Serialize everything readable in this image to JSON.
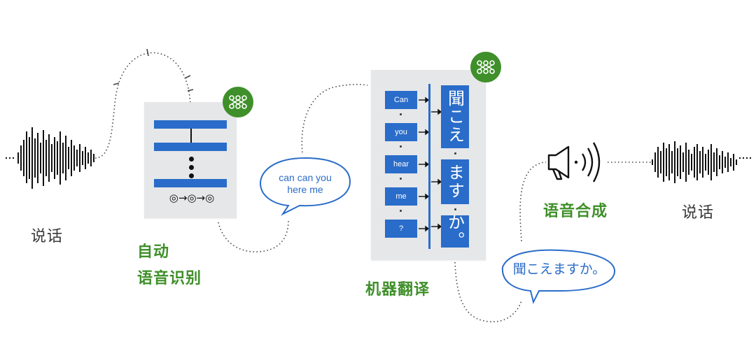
{
  "labels": {
    "speak_left": "说话",
    "asr_line1": "自动",
    "asr_line2": "语音识别",
    "mt": "机器翻译",
    "tts": "语音合成",
    "speak_right": "说话"
  },
  "asr_panel": {
    "decoder_chain": "◎→◎→◎"
  },
  "bubble_en": {
    "line1": "can can you",
    "line2": "here me"
  },
  "bubble_jp": {
    "text": "聞こえますか。"
  },
  "mt_panel": {
    "source_tokens": [
      "Can",
      "you",
      "hear",
      "me",
      "?"
    ],
    "target_blocks": [
      "聞こえ",
      "ます",
      "か。"
    ]
  },
  "colors": {
    "blue": "#2a6cc9",
    "green": "#3f8f2a",
    "panel": "#e6e7e9"
  },
  "icons": {
    "neural_badge": "neural-network-icon",
    "speaker": "megaphone-icon",
    "waveform": "waveform-icon"
  }
}
